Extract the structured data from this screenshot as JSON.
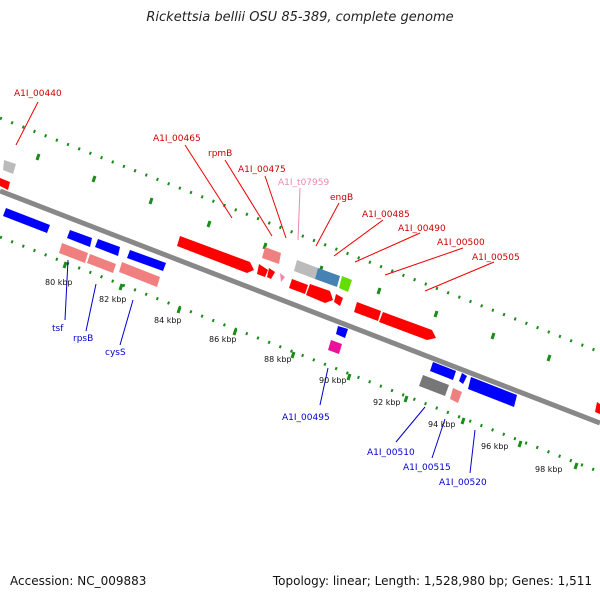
{
  "title": "Rickettsia bellii OSU 85-389, complete genome",
  "accession": "Accession: NC_009883",
  "summary": "Topology: linear; Length: 1,528,980 bp; Genes: 1,511",
  "colors": {
    "forward_gene": "#ff0000",
    "reverse_gene": "#0000ff",
    "rna_gene": "#f08080",
    "ticks": "#1a8c1a",
    "backbone": "#888888"
  },
  "kbp_ticks": [
    "80 kbp",
    "82 kbp",
    "84 kbp",
    "86 kbp",
    "88 kbp",
    "90 kbp",
    "92 kbp",
    "94 kbp",
    "96 kbp",
    "98 kbp"
  ],
  "upper_labels": [
    {
      "text": "A1I_00440",
      "color": "#cc0000"
    },
    {
      "text": "A1I_00465",
      "color": "#cc0000"
    },
    {
      "text": "rpmB",
      "color": "#cc0000"
    },
    {
      "text": "A1I_00475",
      "color": "#cc0000"
    },
    {
      "text": "A1I_t07959",
      "color": "#ee88aa"
    },
    {
      "text": "engB",
      "color": "#cc0000"
    },
    {
      "text": "A1I_00485",
      "color": "#cc0000"
    },
    {
      "text": "A1I_00490",
      "color": "#cc0000"
    },
    {
      "text": "A1I_00500",
      "color": "#cc0000"
    },
    {
      "text": "A1I_00505",
      "color": "#cc0000"
    }
  ],
  "lower_labels": [
    {
      "text": "tsf",
      "color": "#0000cc"
    },
    {
      "text": "rpsB",
      "color": "#0000cc"
    },
    {
      "text": "cysS",
      "color": "#0000cc"
    },
    {
      "text": "A1I_00495",
      "color": "#0000cc"
    },
    {
      "text": "A1I_00510",
      "color": "#0000cc"
    },
    {
      "text": "A1I_00515",
      "color": "#0000cc"
    },
    {
      "text": "A1I_00520",
      "color": "#0000cc"
    }
  ]
}
